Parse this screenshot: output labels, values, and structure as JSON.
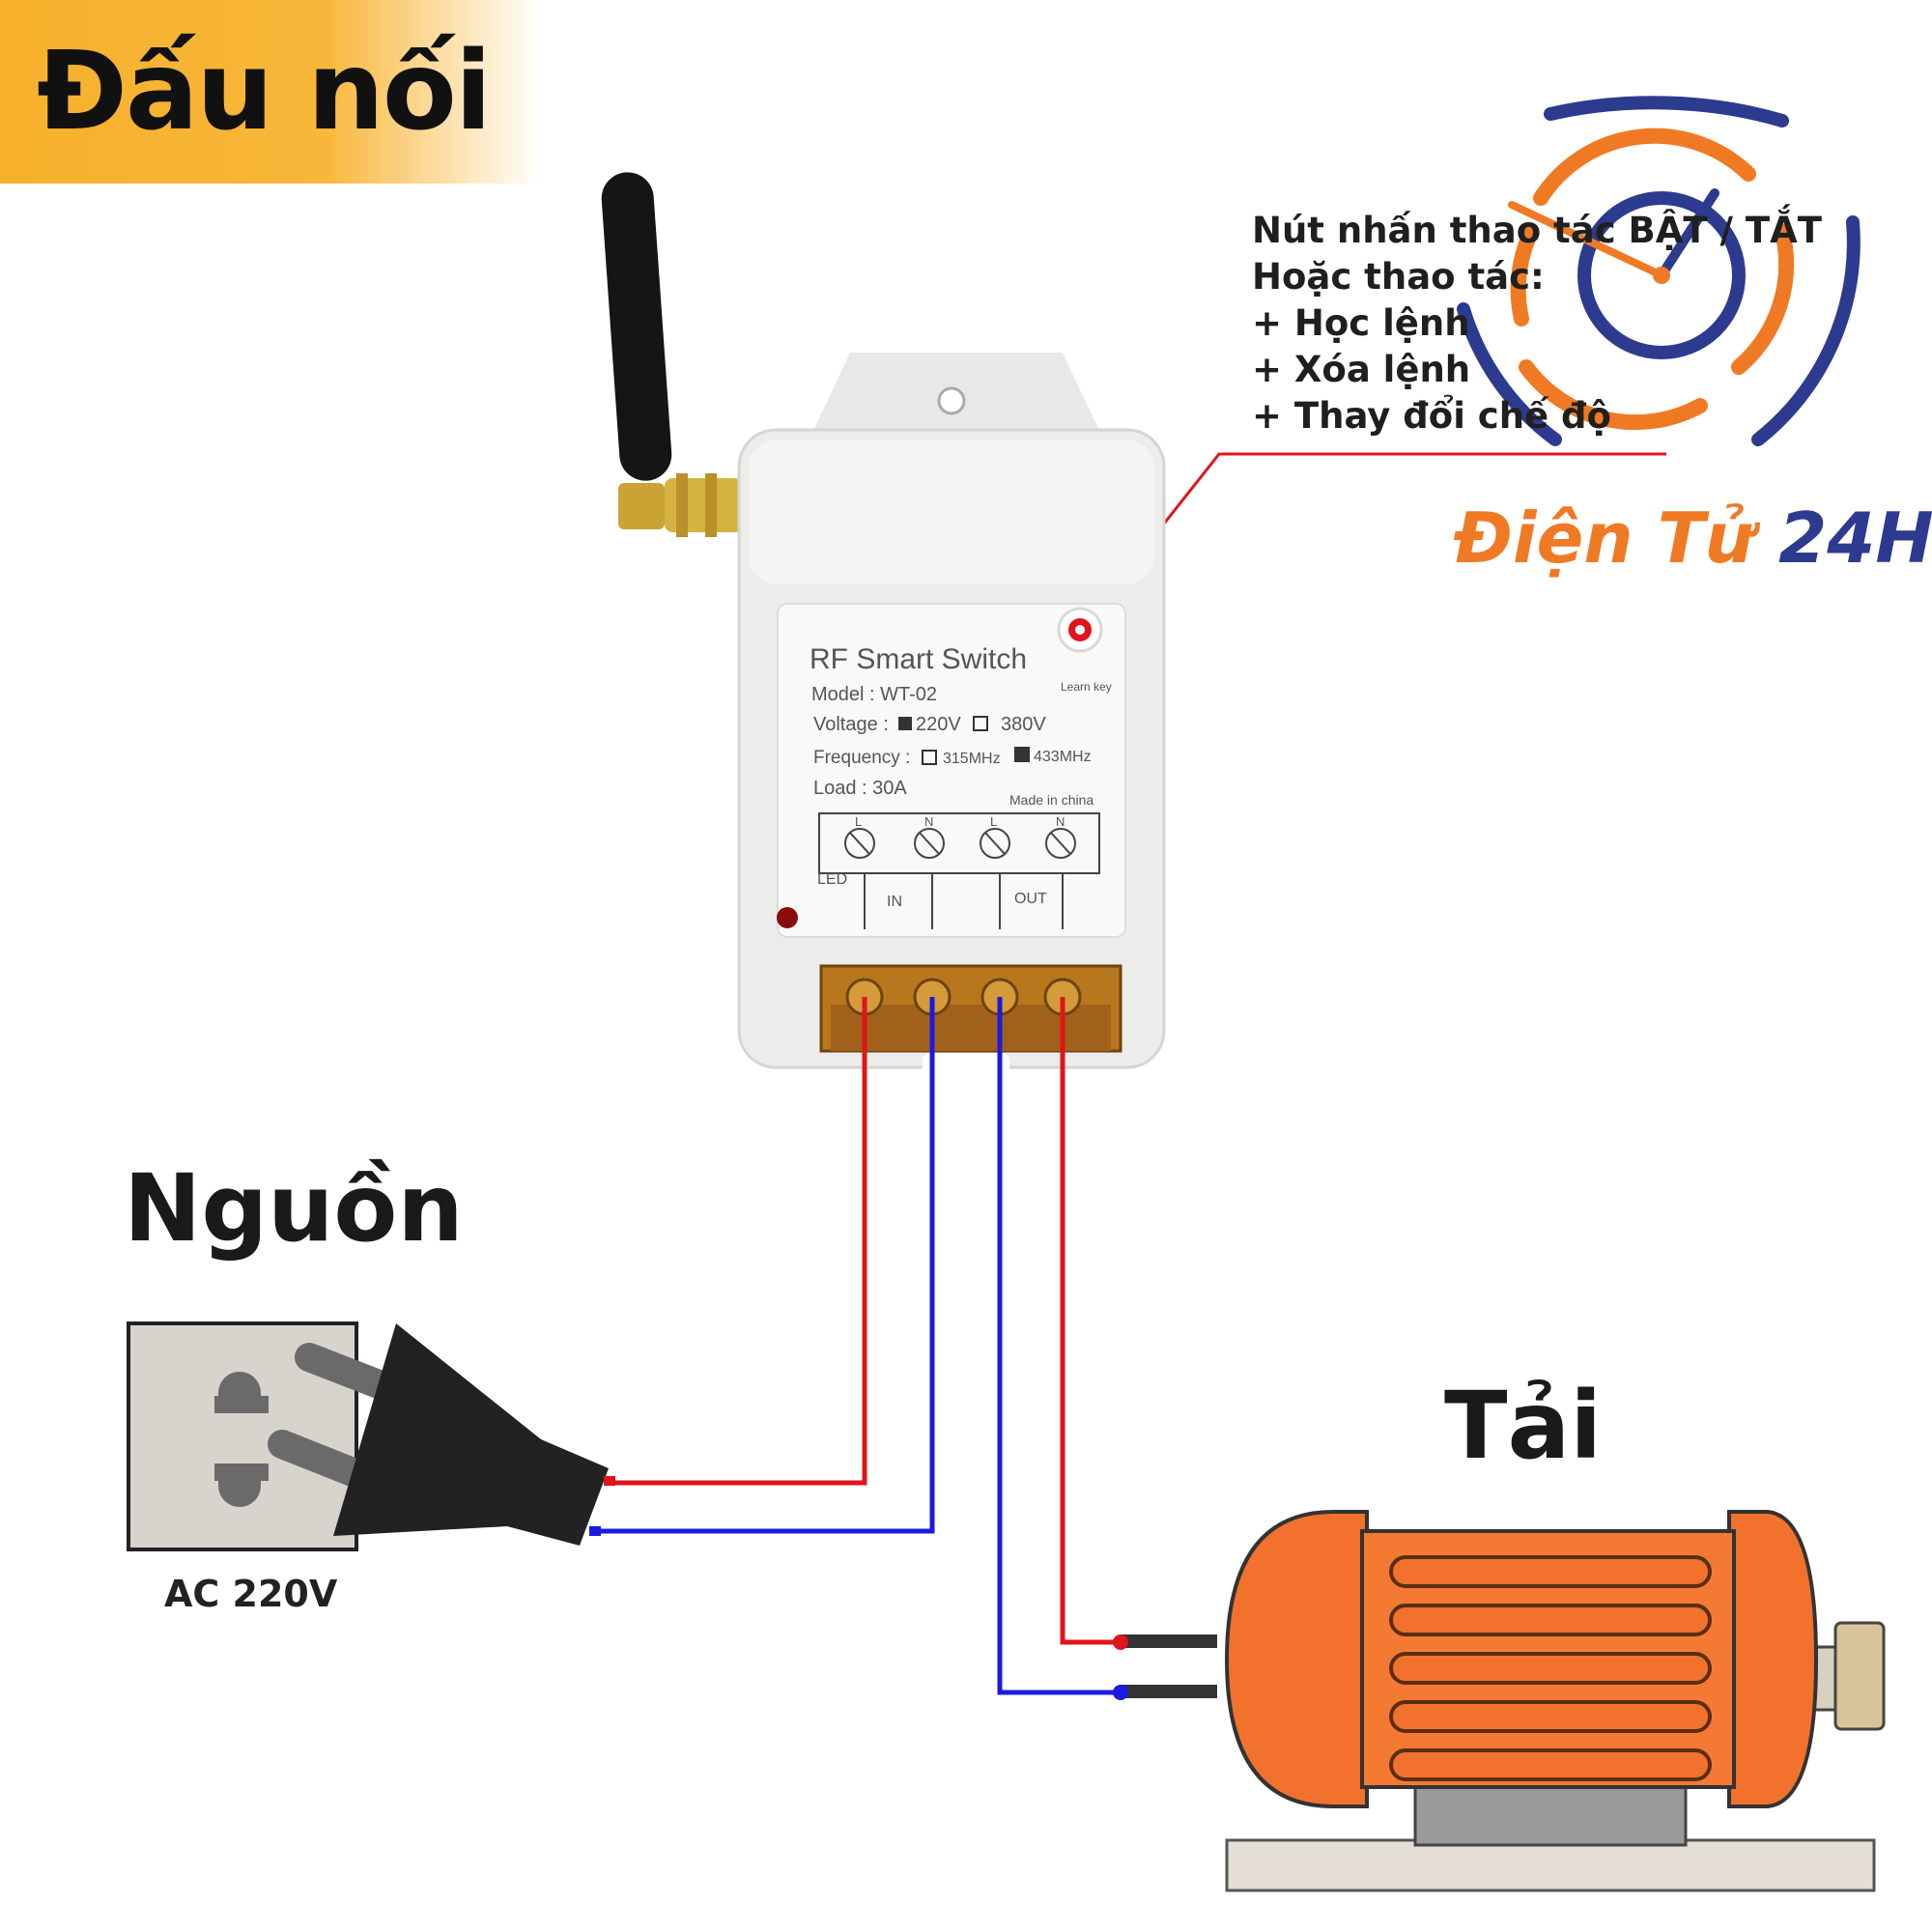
{
  "header": {
    "title": "Đấu nối"
  },
  "labels": {
    "source": "Nguồn",
    "source_voltage": "AC 220V",
    "load": "Tải"
  },
  "annotation": {
    "lines": [
      "Nút nhấn thao tác BẬT / TẮT",
      "Hoặc thao tác:",
      "+ Học lệnh",
      "+ Xóa lệnh",
      "+ Thay đổi chế độ"
    ]
  },
  "brand": {
    "part1": "Điện Tử ",
    "part2": "24H",
    "colors": {
      "orange": "#f07a24",
      "blue": "#2c3b8f"
    }
  },
  "device": {
    "title": "RF Smart  Switch",
    "model": "Model : WT-02",
    "voltage_label": "Voltage :",
    "voltage_opt1": "220V",
    "voltage_opt2": "380V",
    "frequency_label": "Frequency :",
    "freq_opt1": "315MHz",
    "freq_opt2": "433MHz",
    "load": "Load : 30A",
    "made_in": "Made in china",
    "learn_key": "Learn key",
    "terminal_l1": "L",
    "terminal_n1": "N",
    "terminal_l2": "L",
    "terminal_n2": "N",
    "led": "LED",
    "in": "IN",
    "out": "OUT"
  },
  "wire_colors": {
    "live": "#e0141b",
    "neutral": "#1a1ae0"
  }
}
